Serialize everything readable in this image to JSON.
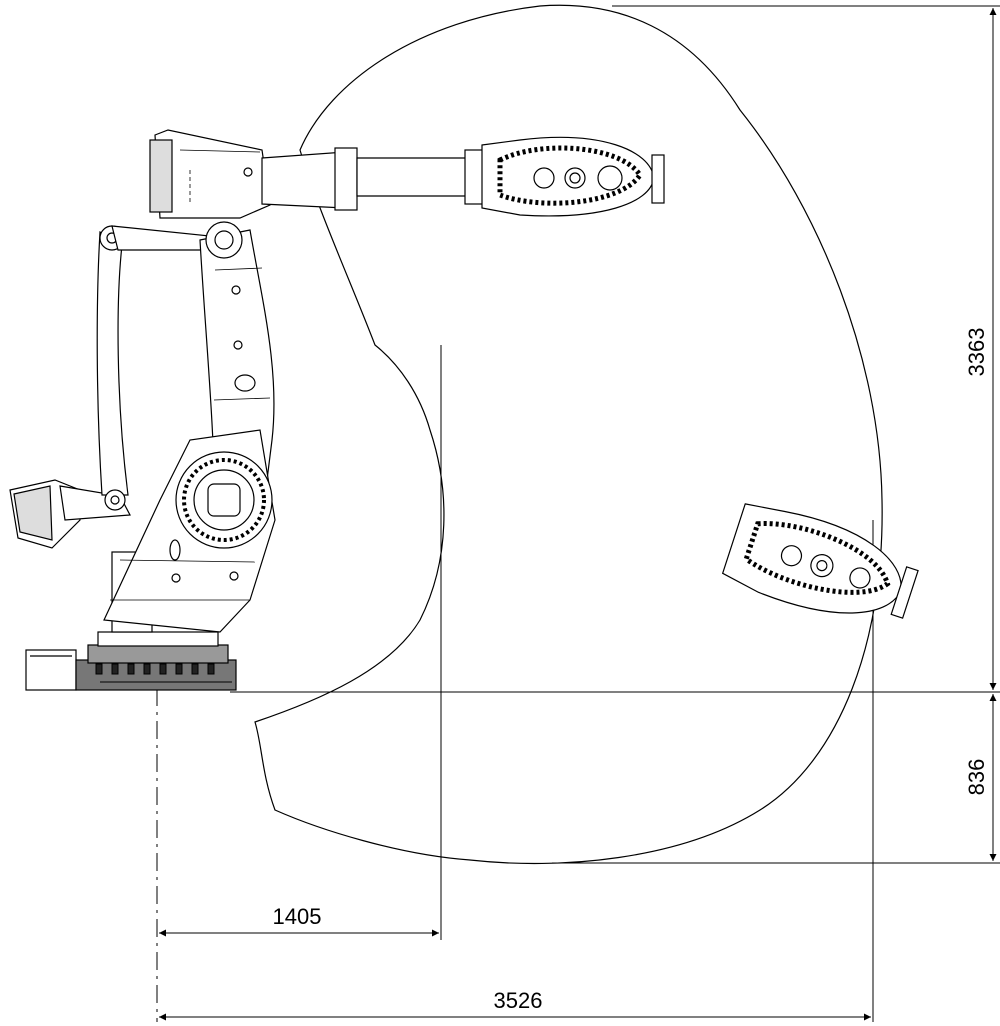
{
  "dimensions": {
    "vertical_top": "3363",
    "vertical_bottom": "836",
    "horizontal_inner": "1405",
    "horizontal_outer": "3526"
  }
}
